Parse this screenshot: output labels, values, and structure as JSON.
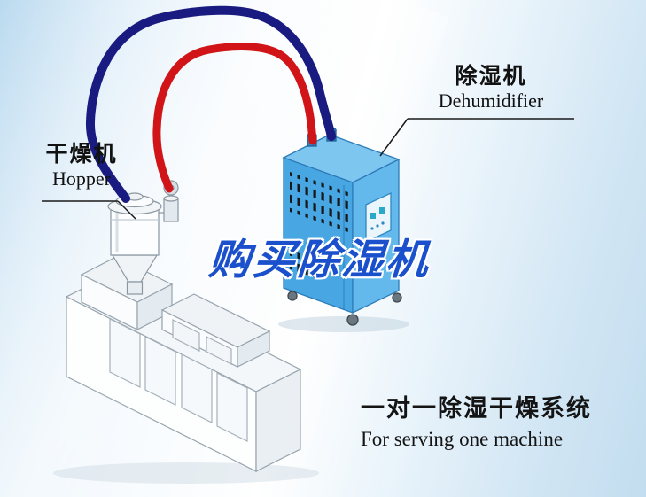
{
  "scene": {
    "slogan": "购买除湿机",
    "labels": {
      "hopper_cn": "干燥机",
      "hopper_en": "Hopper",
      "dehumidifier_cn": "除湿机",
      "dehumidifier_en": "Dehumidifier"
    },
    "caption": {
      "line1_cn": "一对一除湿干燥系统",
      "line2_en": "For serving one machine"
    },
    "colors": {
      "pipe_blue": "#191b80",
      "pipe_red": "#d01417",
      "cabinet_blue": "#48a7e3",
      "cabinet_blue_light": "#63b9ec",
      "cabinet_blue_top": "#7cc6f0",
      "slogan_blue": "#1b50cc"
    }
  }
}
